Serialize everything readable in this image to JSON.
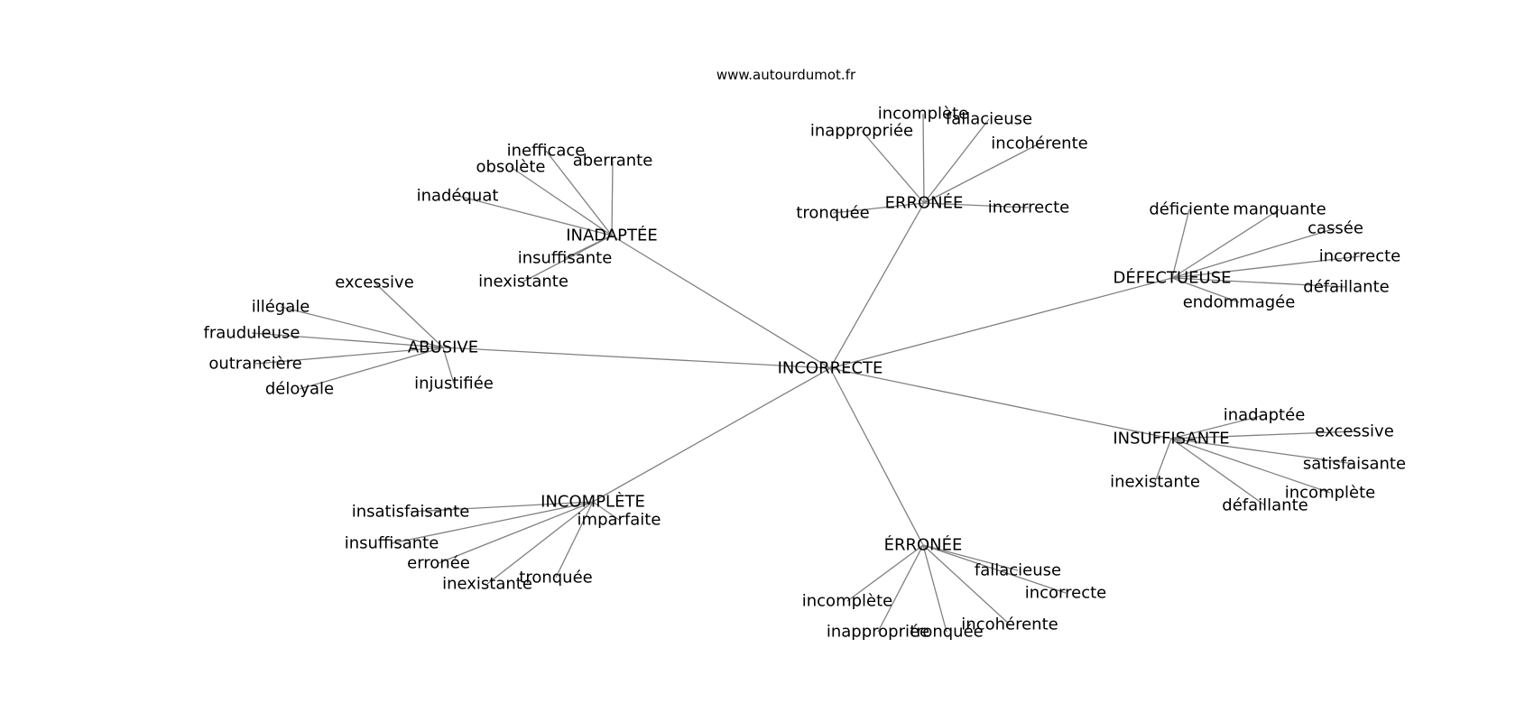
{
  "watermark": "www.autourdumot.fr",
  "graph": {
    "center": "INCORRECTE",
    "hubs": [
      {
        "label": "INADAPTÉE",
        "leaves": [
          "inefficace",
          "aberrante",
          "obsolète",
          "inadéquat",
          "insuffisante",
          "inexistante"
        ]
      },
      {
        "label": "ERRONÉE",
        "leaves": [
          "incomplète",
          "fallacieuse",
          "inappropriée",
          "incohérente",
          "tronquée",
          "incorrecte"
        ]
      },
      {
        "label": "DÉFECTUEUSE",
        "leaves": [
          "déficiente",
          "manquante",
          "cassée",
          "incorrecte",
          "défaillante",
          "endommagée"
        ]
      },
      {
        "label": "ABUSIVE",
        "leaves": [
          "excessive",
          "illégale",
          "frauduleuse",
          "outrancière",
          "déloyale",
          "injustifiée"
        ]
      },
      {
        "label": "INSUFFISANTE",
        "leaves": [
          "inadaptée",
          "excessive",
          "satisfaisante",
          "inexistante",
          "incomplète",
          "défaillante"
        ]
      },
      {
        "label": "INCOMPLÈTE",
        "leaves": [
          "insatisfaisante",
          "imparfaite",
          "insuffisante",
          "erronée",
          "inexistante",
          "tronquée"
        ]
      },
      {
        "label": "ÉRRONÉE",
        "leaves": [
          "fallacieuse",
          "incorrecte",
          "incomplète",
          "incohérente",
          "inappropriée",
          "tronquée"
        ]
      }
    ]
  }
}
